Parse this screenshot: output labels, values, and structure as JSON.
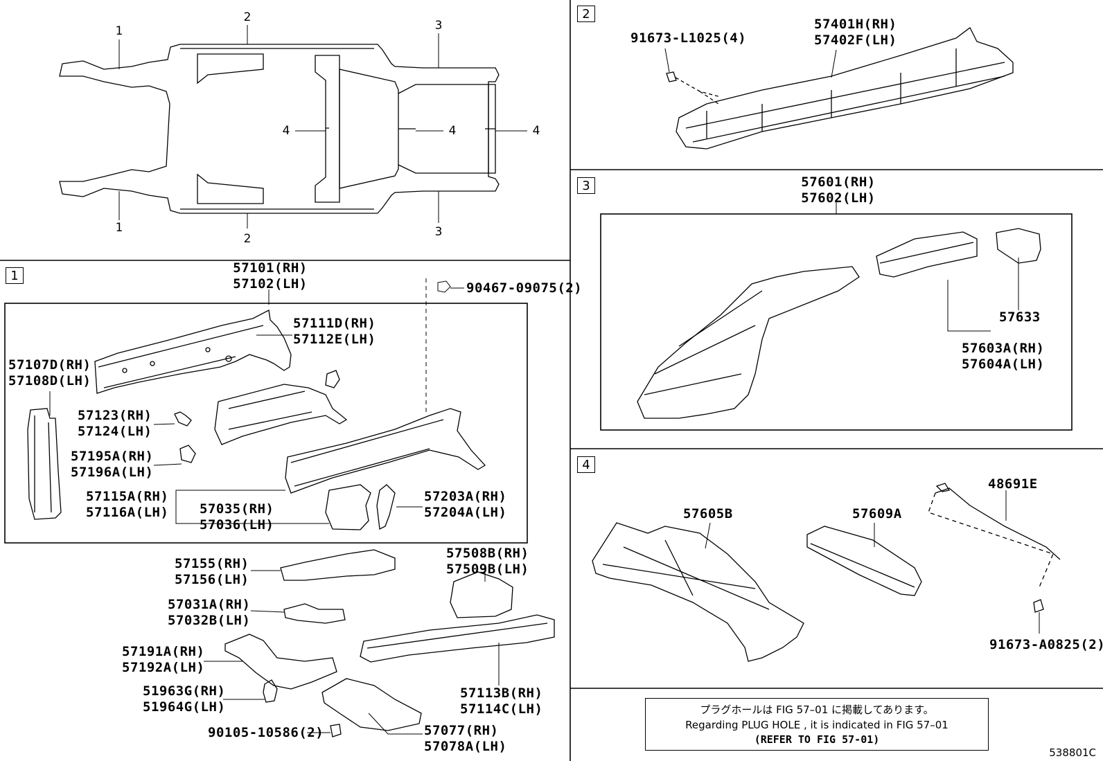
{
  "overview_callouts": {
    "c1": "1",
    "c2": "2",
    "c3": "3",
    "c4": "4"
  },
  "sections": {
    "s1": "1",
    "s2": "2",
    "s3": "3",
    "s4": "4"
  },
  "section1": {
    "frame_rh": "57101(RH)",
    "frame_lh": "57102(LH)",
    "nut": "90467-09075(2)",
    "ext_rh": "57111D(RH)",
    "ext_lh": "57112E(LH)",
    "plate_rh": "57107D(RH)",
    "plate_lh": "57108D(LH)",
    "brk1_rh": "57123(RH)",
    "brk1_lh": "57124(LH)",
    "brk2_rh": "57195A(RH)",
    "brk2_lh": "57196A(LH)",
    "mem_rh": "57115A(RH)",
    "mem_lh": "57116A(LH)",
    "reinf_rh": "57035(RH)",
    "reinf_lh": "57036(LH)",
    "brk3_rh": "57203A(RH)",
    "brk3_lh": "57204A(LH)"
  },
  "lower": {
    "p1_rh": "57155(RH)",
    "p1_lh": "57156(LH)",
    "p2_rh": "57031A(RH)",
    "p2_lh": "57032B(LH)",
    "p3_rh": "57191A(RH)",
    "p3_lh": "57192A(LH)",
    "p4_rh": "51963G(RH)",
    "p4_lh": "51964G(LH)",
    "bolt": "90105-10586(2)",
    "p5_rh": "57508B(RH)",
    "p5_lh": "57509B(LH)",
    "p6_rh": "57113B(RH)",
    "p6_lh": "57114C(LH)",
    "p7_rh": "57077(RH)",
    "p7_lh": "57078A(LH)"
  },
  "section2": {
    "bolt": "91673-L1025(4)",
    "rocker_rh": "57401H(RH)",
    "rocker_lh": "57402F(LH)"
  },
  "section3": {
    "rear_rh": "57601(RH)",
    "rear_lh": "57602(LH)",
    "p_57633": "57633",
    "sub_rh": "57603A(RH)",
    "sub_lh": "57604A(LH)"
  },
  "section4": {
    "p1": "57605B",
    "p2": "57609A",
    "cable": "48691E",
    "bolt": "91673-A0825(2)"
  },
  "note": {
    "jp": "プラグホールは FIG 57–01 に掲載してあります。",
    "en": "Regarding  PLUG  HOLE , it is indicated in FIG  57–01",
    "ref": "(REFER TO FIG 57-01)"
  },
  "code": "538801C"
}
